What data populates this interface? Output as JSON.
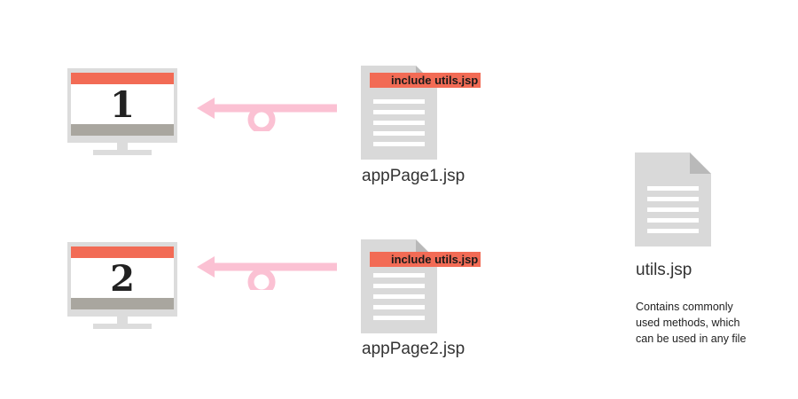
{
  "flows": [
    {
      "screen_number": "1",
      "page_name": "appPage1.jsp",
      "include_label": "include utils.jsp"
    },
    {
      "screen_number": "2",
      "page_name": "appPage2.jsp",
      "include_label": "include utils.jsp"
    }
  ],
  "utility": {
    "file_name": "utils.jsp",
    "description_lines": [
      "Contains commonly",
      "used methods, which",
      "can be used in any file"
    ]
  },
  "colors": {
    "accent_red": "#f26b55",
    "arrow_pink": "#fbc1d3",
    "doc_gray": "#d9d9d9",
    "monitor_gray": "#dcdcdc"
  },
  "icons": [
    "monitor-icon",
    "document-icon",
    "arrow-left-icon"
  ]
}
